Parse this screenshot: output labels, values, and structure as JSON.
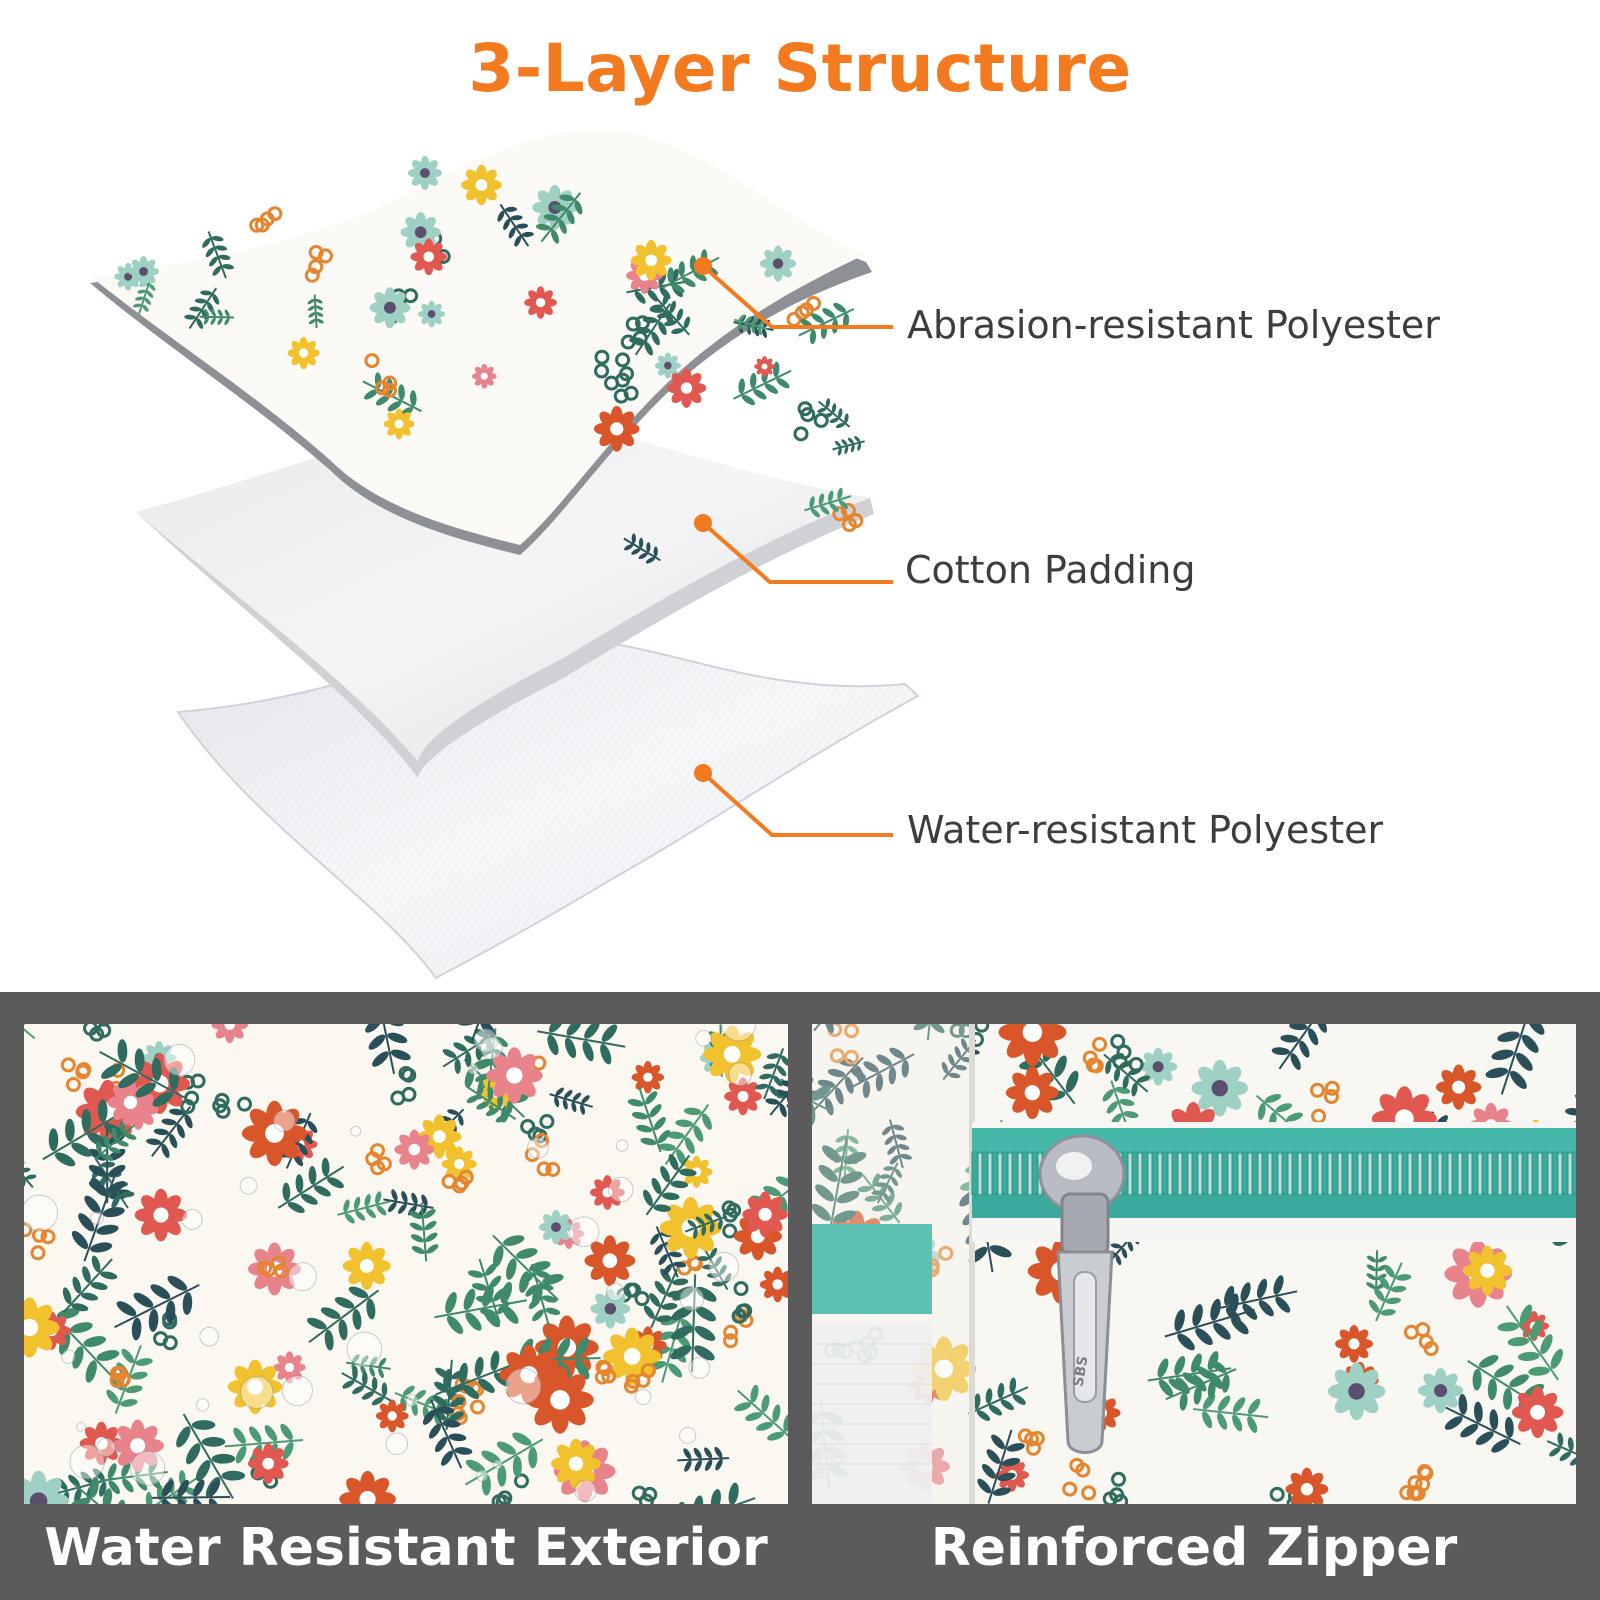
{
  "title": "3-Layer Structure",
  "layers": [
    {
      "label": "Abrasion-resistant Polyester"
    },
    {
      "label": "Cotton Padding"
    },
    {
      "label": "Water-resistant Polyester"
    }
  ],
  "panels": [
    {
      "caption": "Water Resistant Exterior",
      "image": "floral-fabric-with-water-droplets"
    },
    {
      "caption": "Reinforced Zipper",
      "image": "teal-zipper-with-silver-pull-on-floral-fabric",
      "zipper_text": "SBS"
    }
  ],
  "colors": {
    "accent": "#f47a1f",
    "label_text": "#3d3d3d",
    "band": "#5b5b5b",
    "zipper_teal": "#3fb3a6"
  }
}
